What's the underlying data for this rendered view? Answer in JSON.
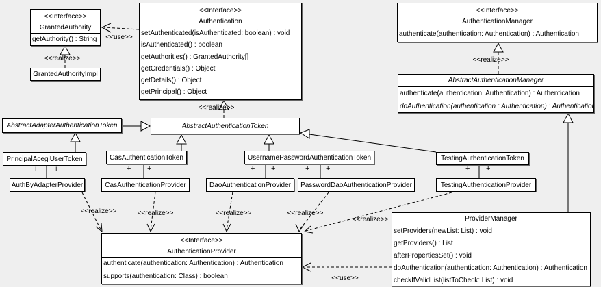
{
  "diagram": {
    "background": "#efefef",
    "box_fill": "#ffffff",
    "line_color": "#000000"
  },
  "stereotypes": {
    "interface": "<<Interface>>",
    "use": "<<use>>",
    "realize": "<<realize>>"
  },
  "multiplicity": "+",
  "classes": {
    "granted_authority": {
      "stereotype": "<<Interface>>",
      "name": "GrantedAuthority",
      "methods": [
        "getAuthority() : String"
      ]
    },
    "granted_authority_impl": {
      "name": "GrantedAuthorityImpl"
    },
    "authentication": {
      "stereotype": "<<Interface>>",
      "name": "Authentication",
      "methods": [
        "setAuthenticated(isAuthenticated: boolean) : void",
        "isAuthenticated() : boolean",
        "getAuthorities() : GrantedAuthority[]",
        "getCredentials() : Object",
        "getDetails() : Object",
        "getPrincipal() : Object"
      ]
    },
    "authentication_manager": {
      "stereotype": "<<Interface>>",
      "name": "AuthenticationManager",
      "methods": [
        "authenticate(authentication: Authentication) : Authentication"
      ]
    },
    "abstract_authentication_manager": {
      "name": "AbstractAuthenticationManager",
      "abstract": true,
      "methods": [
        "authenticate(authentication: Authentication) : Authentication",
        "doAuthentication(authentication : Authentication) : Authentication"
      ]
    },
    "abstract_adapter_authentication_token": {
      "name": "AbstractAdapterAuthenticationToken",
      "abstract": true
    },
    "abstract_authentication_token": {
      "name": "AbstractAuthenticationToken",
      "abstract": true
    },
    "principal_acegi_user_token": {
      "name": "PrincipalAcegiUserToken"
    },
    "cas_authentication_token": {
      "name": "CasAuthenticationToken"
    },
    "username_password_authentication_token": {
      "name": "UsernamePasswordAuthenticationToken"
    },
    "testing_authentication_token": {
      "name": "TestingAuthenticationToken"
    },
    "auth_by_adapter_provider": {
      "name": "AuthByAdapterProvider"
    },
    "cas_authentication_provider": {
      "name": "CasAuthenticationProvider"
    },
    "dao_authentication_provider": {
      "name": "DaoAuthenticationProvider"
    },
    "password_dao_authentication_provider": {
      "name": "PasswordDaoAuthenticationProvider"
    },
    "testing_authentication_provider": {
      "name": "TestingAuthenticationProvider"
    },
    "authentication_provider": {
      "stereotype": "<<Interface>>",
      "name": "AuthenticationProvider",
      "methods": [
        "authenticate(authentication: Authentication) : Authentication",
        "supports(authentication: Class) : boolean"
      ]
    },
    "provider_manager": {
      "name": "ProviderManager",
      "methods": [
        "setProviders(newList: List) : void",
        "getProviders() : List",
        "afterPropertiesSet() : void",
        "doAuthentication(authentication: Authentication) : Authentication",
        "checkIfValidList(listToCheck: List) : void"
      ]
    }
  },
  "edges": [
    {
      "type": "use",
      "from": "Authentication",
      "to": "GrantedAuthority",
      "label": "<<use>>"
    },
    {
      "type": "realize",
      "from": "GrantedAuthorityImpl",
      "to": "GrantedAuthority",
      "label": "<<realize>>"
    },
    {
      "type": "realize",
      "from": "AbstractAuthenticationToken",
      "to": "Authentication",
      "label": "<<realize>>"
    },
    {
      "type": "realize",
      "from": "AbstractAuthenticationManager",
      "to": "AuthenticationManager",
      "label": "<<realize>>"
    },
    {
      "type": "generalization",
      "from": "AbstractAdapterAuthenticationToken",
      "to": "AbstractAuthenticationToken"
    },
    {
      "type": "generalization",
      "from": "PrincipalAcegiUserToken",
      "to": "AbstractAdapterAuthenticationToken"
    },
    {
      "type": "generalization",
      "from": "CasAuthenticationToken",
      "to": "AbstractAuthenticationToken"
    },
    {
      "type": "generalization",
      "from": "UsernamePasswordAuthenticationToken",
      "to": "AbstractAuthenticationToken"
    },
    {
      "type": "generalization",
      "from": "TestingAuthenticationToken",
      "to": "AbstractAuthenticationToken"
    },
    {
      "type": "generalization",
      "from": "ProviderManager",
      "to": "AbstractAuthenticationManager"
    },
    {
      "type": "association",
      "from": "PrincipalAcegiUserToken",
      "to": "AuthByAdapterProvider",
      "end_labels": [
        "+",
        "+"
      ]
    },
    {
      "type": "association",
      "from": "CasAuthenticationToken",
      "to": "CasAuthenticationProvider",
      "end_labels": [
        "+",
        "+"
      ]
    },
    {
      "type": "association",
      "from": "UsernamePasswordAuthenticationToken",
      "to": "DaoAuthenticationProvider",
      "end_labels": [
        "+",
        "+"
      ]
    },
    {
      "type": "association",
      "from": "UsernamePasswordAuthenticationToken",
      "to": "PasswordDaoAuthenticationProvider",
      "end_labels": [
        "+",
        "+"
      ]
    },
    {
      "type": "association",
      "from": "TestingAuthenticationToken",
      "to": "TestingAuthenticationProvider",
      "end_labels": [
        "+",
        "+"
      ]
    },
    {
      "type": "realize",
      "from": "AuthByAdapterProvider",
      "to": "AuthenticationProvider",
      "label": "<<realize>>"
    },
    {
      "type": "realize",
      "from": "CasAuthenticationProvider",
      "to": "AuthenticationProvider",
      "label": "<<realize>>"
    },
    {
      "type": "realize",
      "from": "DaoAuthenticationProvider",
      "to": "AuthenticationProvider",
      "label": "<<realize>>"
    },
    {
      "type": "realize",
      "from": "PasswordDaoAuthenticationProvider",
      "to": "AuthenticationProvider",
      "label": "<<realize>>"
    },
    {
      "type": "realize",
      "from": "TestingAuthenticationProvider",
      "to": "AuthenticationProvider",
      "label": "<<realize>>"
    },
    {
      "type": "use",
      "from": "ProviderManager",
      "to": "AuthenticationProvider",
      "label": "<<use>>"
    }
  ]
}
